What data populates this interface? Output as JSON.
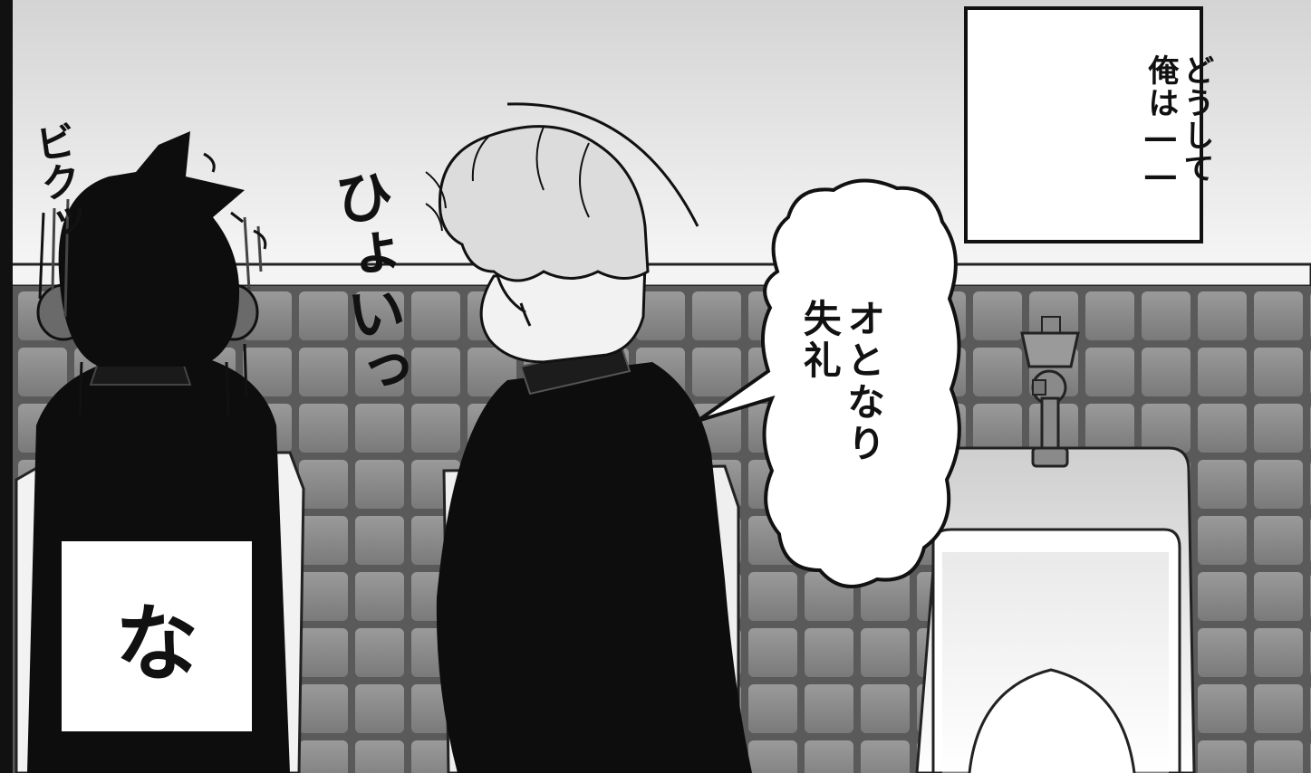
{
  "narration": {
    "text": "どうして\n俺は――"
  },
  "speech": {
    "text": "オとなり\n失礼"
  },
  "censor": {
    "text": "な"
  },
  "sfx": {
    "startle": "ビクッ",
    "hop": "ひょいっ"
  },
  "colors": {
    "ink": "#111111",
    "wall": "#e6e6e6",
    "tile": "#8c8c8c",
    "grout": "#5a5a5a",
    "paper": "#ffffff"
  }
}
